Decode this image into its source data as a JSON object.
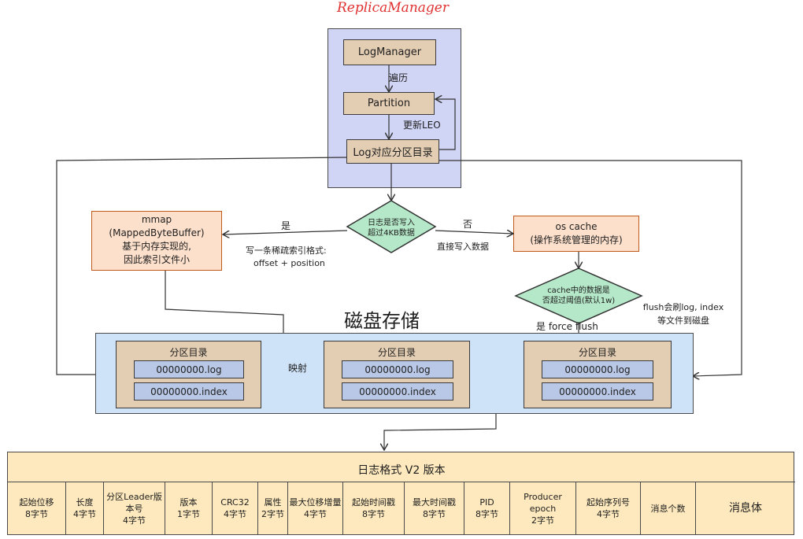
{
  "title": "ReplicaManager",
  "replica": {
    "log_manager": "LogManager",
    "traverse_label": "遍历",
    "partition": "Partition",
    "update_leo_label": "更新LEO",
    "log_dir": "Log对应分区目录"
  },
  "decision1": {
    "line1": "日志是否写入",
    "line2": "超过4KB数据"
  },
  "yes_label": "是",
  "no_label": "否",
  "index_format": {
    "line1": "写一条稀疏索引格式:",
    "line2": "offset + position"
  },
  "direct_write": "直接写入数据",
  "mmap_box": {
    "line1": "mmap",
    "line2": "(MappedByteBuffer)",
    "line3": "基于内存实现的,",
    "line4": "因此索引文件小"
  },
  "os_cache_box": {
    "line1": "os cache",
    "line2": "(操作系统管理的内存)"
  },
  "decision2": {
    "line1": "cache中的数据是",
    "line2": "否超过阈值(默认1w)"
  },
  "force_flush_label": "是 force flush",
  "flush_note": {
    "line1": "flush会刷log, index",
    "line2": "等文件到磁盘"
  },
  "disk_storage": "磁盘存储",
  "map_label": "映射",
  "partitions": [
    {
      "title": "分区目录",
      "log": "00000000.log",
      "index": "00000000.index"
    },
    {
      "title": "分区目录",
      "log": "00000000.log",
      "index": "00000000.index"
    },
    {
      "title": "分区目录",
      "log": "00000000.log",
      "index": "00000000.index"
    }
  ],
  "log_format": {
    "title": "日志格式 V2 版本",
    "fields": [
      {
        "name": "起始位移",
        "size": "8字节"
      },
      {
        "name": "长度",
        "size": "4字节"
      },
      {
        "name": "分区Leader版本号",
        "size": "4字节"
      },
      {
        "name": "版本",
        "size": "1字节"
      },
      {
        "name": "CRC32",
        "size": "4字节"
      },
      {
        "name": "属性",
        "size": "2字节"
      },
      {
        "name": "最大位移增量",
        "size": "4字节"
      },
      {
        "name": "起始时间戳",
        "size": "8字节"
      },
      {
        "name": "最大时间戳",
        "size": "8字节"
      },
      {
        "name": "PID",
        "size": "8字节"
      },
      {
        "name": "Producer epoch",
        "size": "2字节"
      },
      {
        "name": "起始序列号",
        "size": "4字节"
      },
      {
        "name": "消息个数",
        "size": ""
      },
      {
        "name": "消息体",
        "size": ""
      }
    ]
  },
  "colors": {
    "title_red": "#e03131",
    "panel_blue": "#d0d4f5",
    "disk_blue": "#cfe3f8",
    "tan": "#e3cdb3",
    "orange_fill": "#fde0cc",
    "diamond_green": "#b5e8c8",
    "file_blue": "#b9c8e6",
    "table_yellow": "#fde9bd"
  }
}
